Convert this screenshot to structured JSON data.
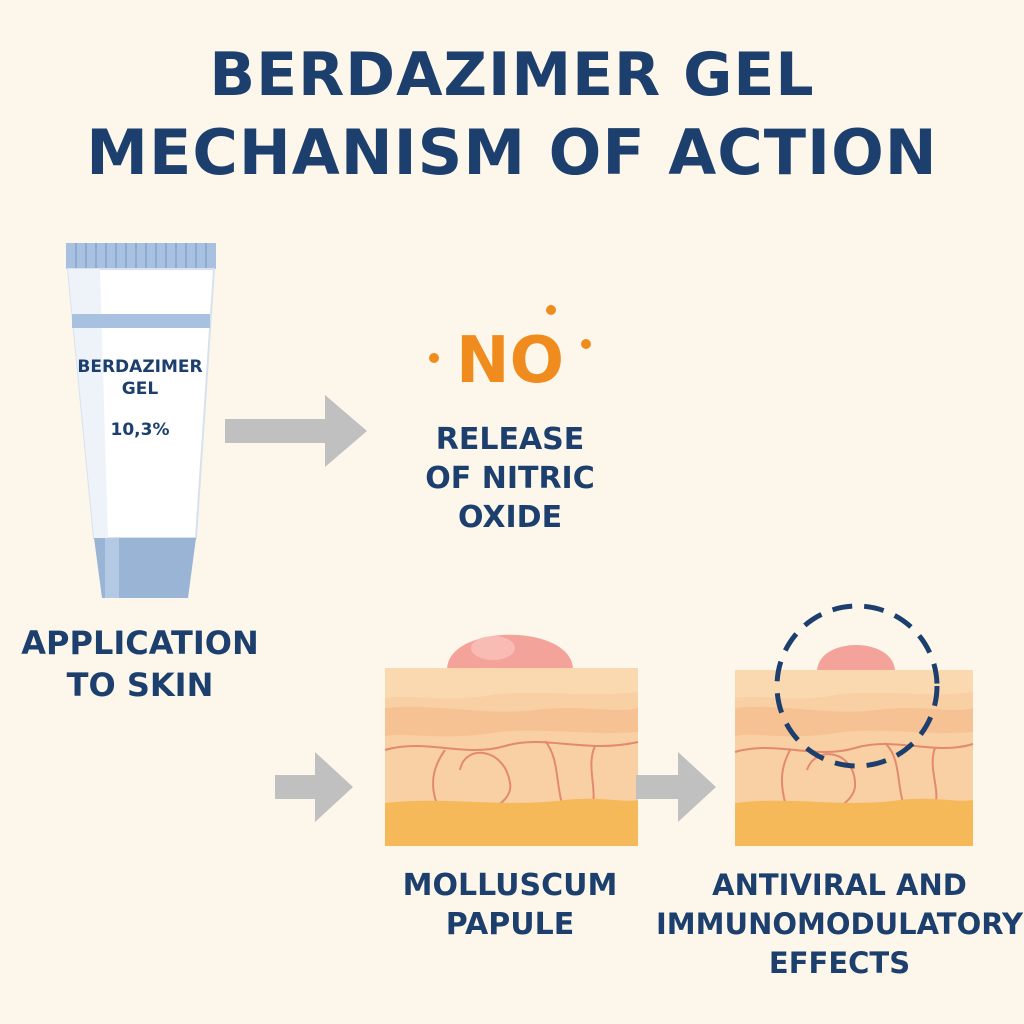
{
  "title": {
    "line1": "BERDAZIMER GEL",
    "line2": "MECHANISM OF ACTION"
  },
  "tube": {
    "name": "BERDAZIMER GEL",
    "concentration": "10,3%"
  },
  "steps": {
    "application": "APPLICATION\nTO SKIN",
    "no_symbol": "NO",
    "release": "RELEASE\nOF NITRIC\nOXIDE",
    "papule": "MOLLUSCUM\nPAPULE",
    "effects": "ANTIVIRAL AND\nIMMUNOMODULATORY\nEFFECTS"
  },
  "colors": {
    "background": "#fcf7ea",
    "text": "#1d3f6e",
    "no_orange": "#f08c1e",
    "arrow": "#c0c0c0",
    "tube_blue": "#9ab4d6",
    "papule": "#f4a39a",
    "skin": "#f9d0a4",
    "dermis_base": "#f5b95a"
  },
  "icons": [
    "gel-tube-icon",
    "arrow-right-icon",
    "skin-cross-section-icon",
    "dashed-circle-icon"
  ]
}
